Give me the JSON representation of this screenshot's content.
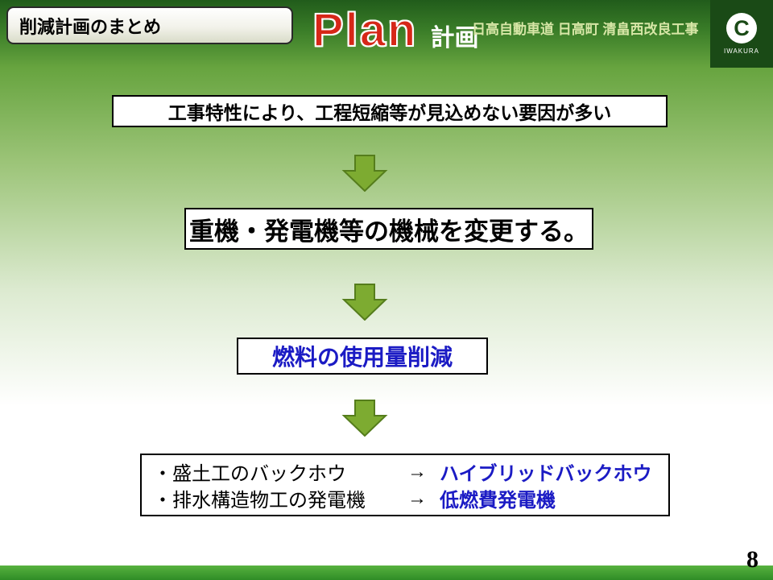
{
  "slide": {
    "header": {
      "title": "削減計画のまとめ",
      "plan_word": "Plan",
      "plan_sub": "計画",
      "project": "日高自動車道 日高町 清畠西改良工事",
      "logo": {
        "mark": "C",
        "name": "IWAKURA"
      }
    },
    "flow": {
      "box1": "工事特性により、工程短縮等が見込めない要因が多い",
      "box2": "重機・発電機等の機械を変更する。",
      "box3": "燃料の使用量削減",
      "summary": {
        "row1": {
          "label": "・盛土工のバックホウ",
          "arrow": "→",
          "value": "ハイブリッドバックホウ"
        },
        "row2": {
          "label": "・排水構造物工の発電機",
          "arrow": "→",
          "value": "低燃費発電機"
        }
      }
    },
    "page_number": "8",
    "colors": {
      "header_green_dark": "#215c1b",
      "header_green_light": "#67a43f",
      "arrow_green": "#7dab31",
      "arrow_green_border": "#557d1c",
      "accent_blue": "#1b1bc4",
      "plan_red": "#d62718",
      "footer_green": "#2f8c26"
    }
  }
}
